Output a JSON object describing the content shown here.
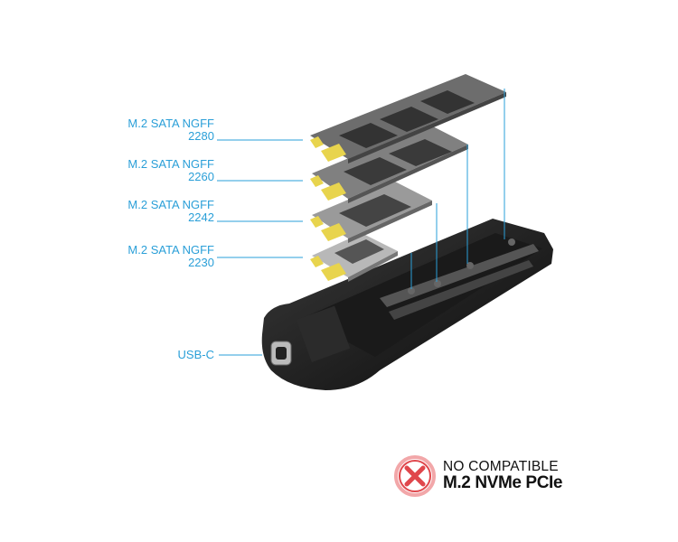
{
  "labels": [
    {
      "line1": "M.2 SATA NGFF",
      "line2": "2280"
    },
    {
      "line1": "M.2 SATA NGFF",
      "line2": "2260"
    },
    {
      "line1": "M.2 SATA NGFF",
      "line2": "2242"
    },
    {
      "line1": "M.2 SATA NGFF",
      "line2": "2230"
    }
  ],
  "port_label": "USB-C",
  "badge": {
    "icon": "x-circle-icon",
    "line1": "NO COMPATIBLE",
    "line2": "M.2 NVMe PCIe"
  },
  "colors": {
    "accent": "#2a9fd8",
    "badge_red": "#e0474c",
    "badge_ring": "#f2a7a9"
  }
}
